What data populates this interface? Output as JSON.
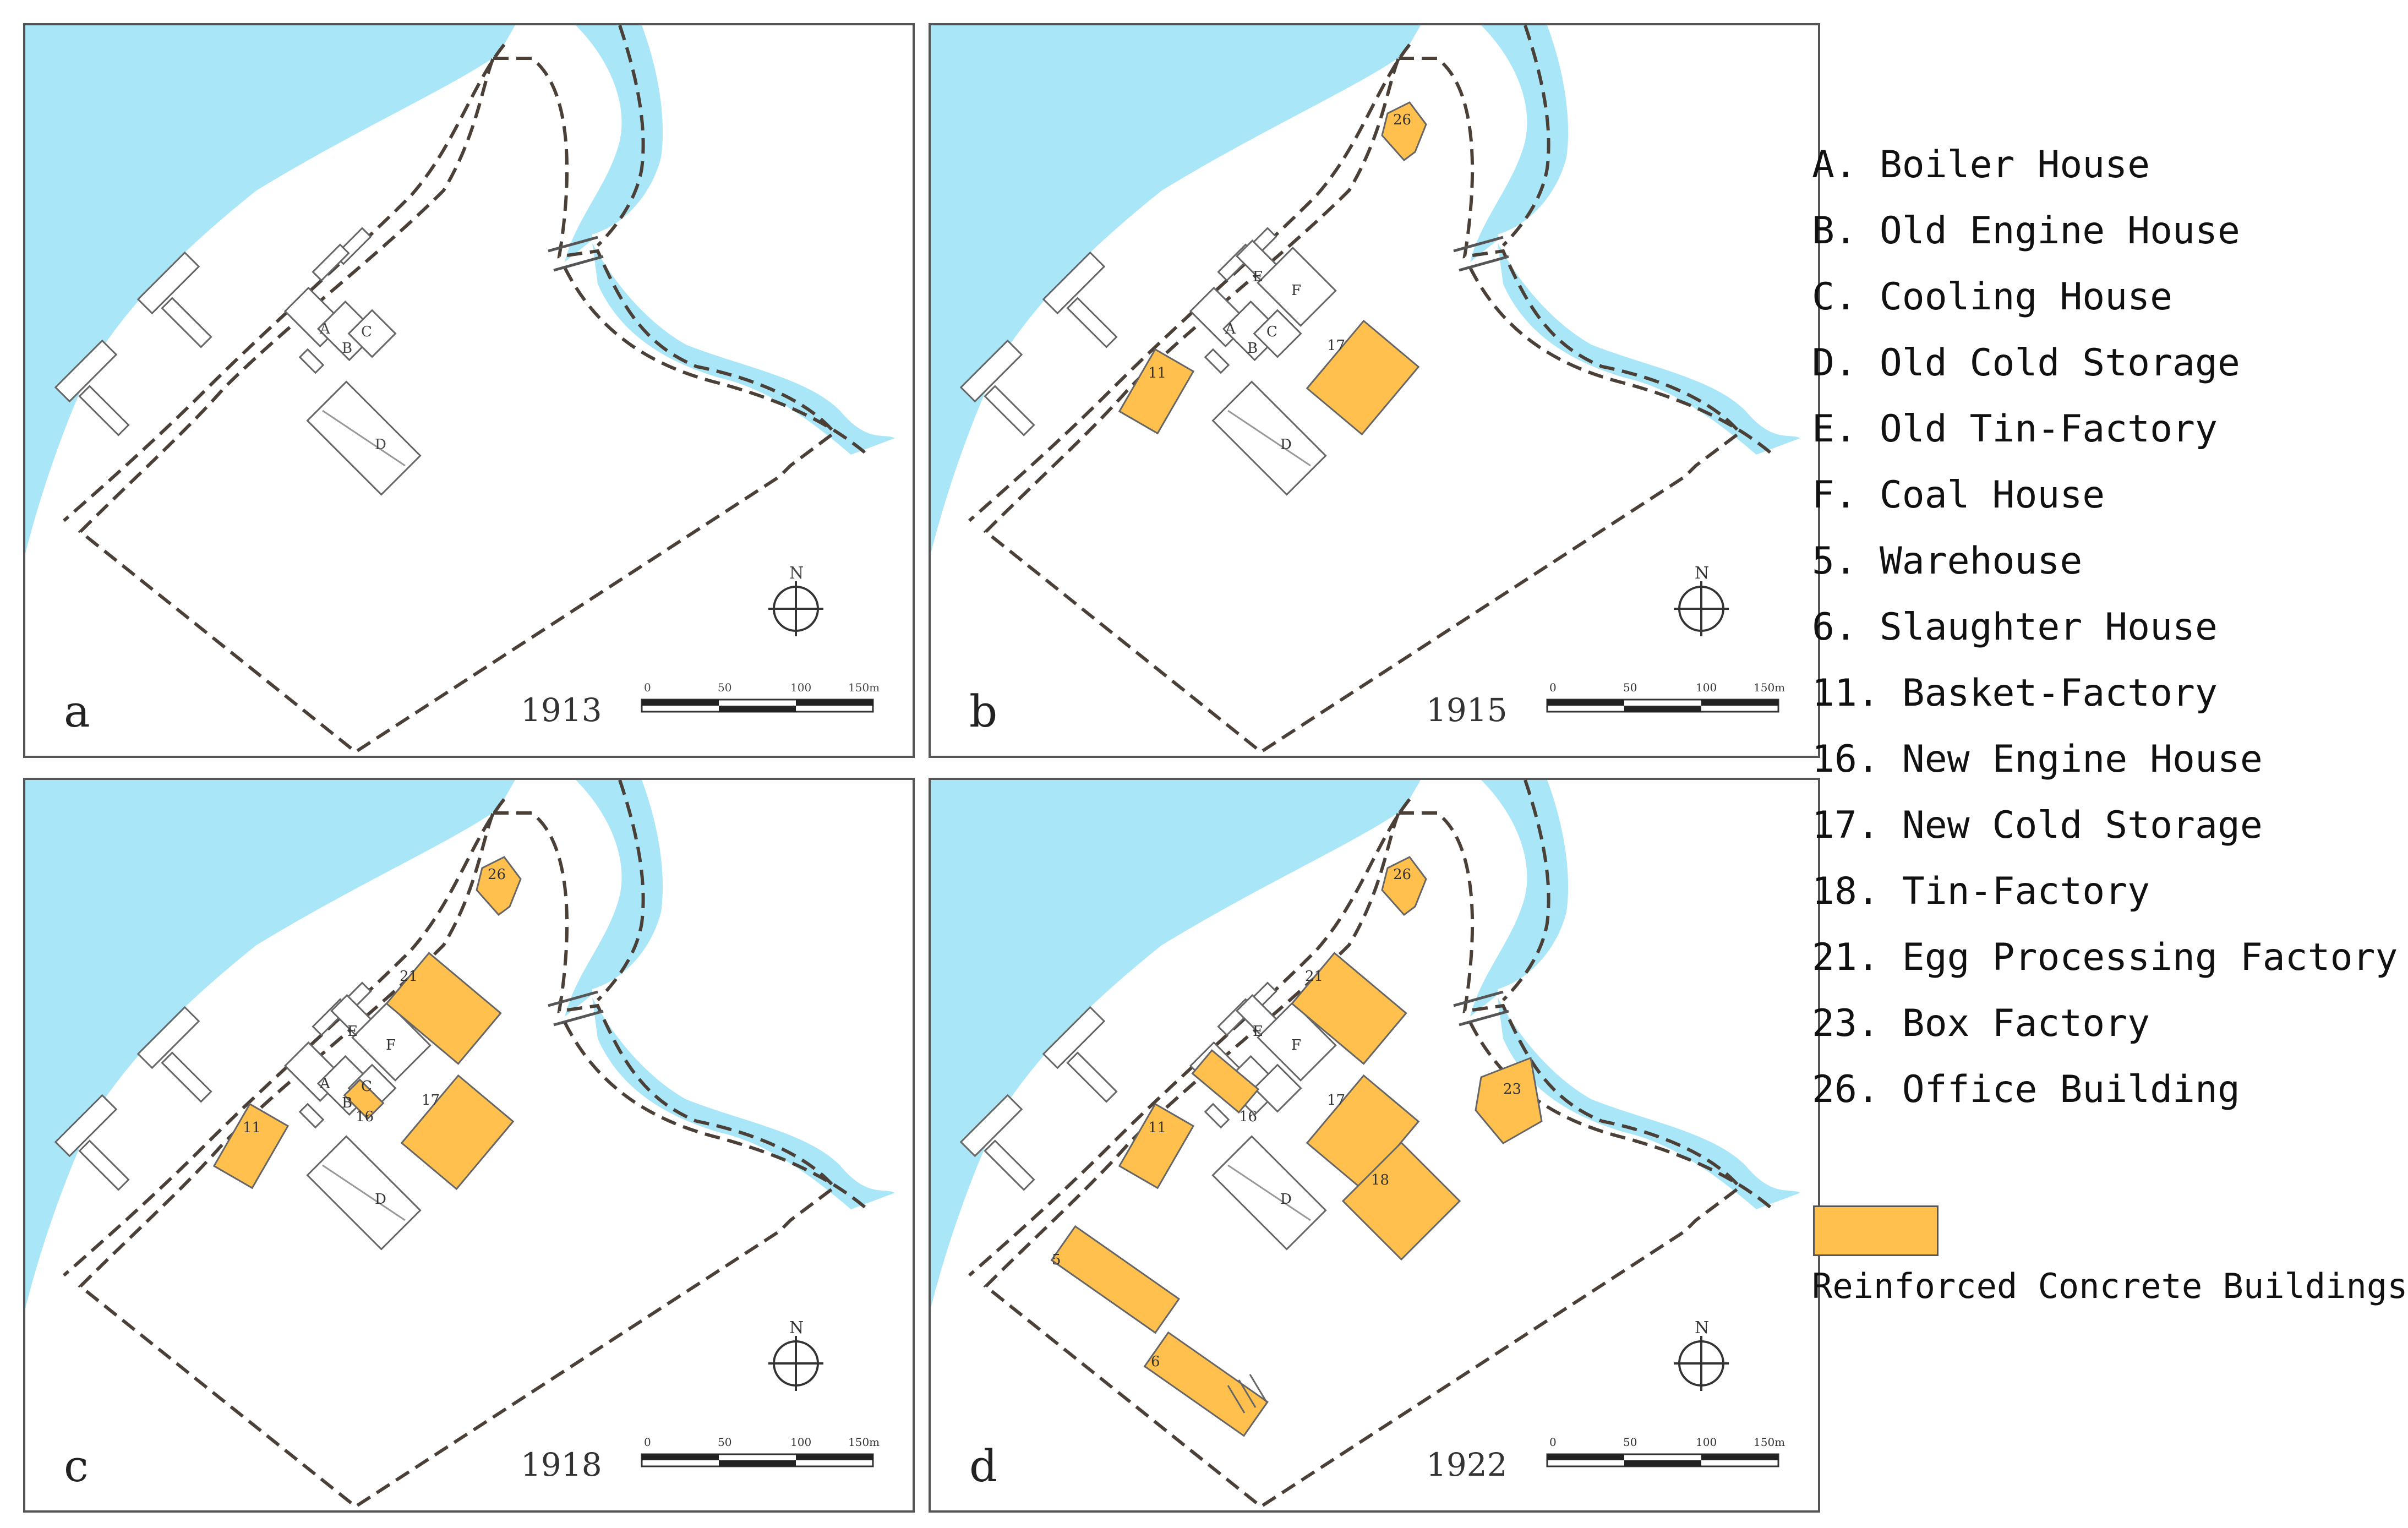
{
  "colors": {
    "water": "#A8E6F8",
    "concrete": "#FFC04D",
    "outline": "#666666",
    "boundary": "#4a4038"
  },
  "panels": [
    {
      "letter": "a",
      "year": "1913"
    },
    {
      "letter": "b",
      "year": "1915"
    },
    {
      "letter": "c",
      "year": "1918"
    },
    {
      "letter": "d",
      "year": "1922"
    }
  ],
  "scale_bar": {
    "ticks": [
      "0",
      "50",
      "100",
      "150m"
    ]
  },
  "north_label": "N",
  "building_labels": {
    "A": "A",
    "B": "B",
    "C": "C",
    "D": "D",
    "E": "E",
    "F": "F",
    "n5": "5",
    "n6": "6",
    "n11": "11",
    "n16": "16",
    "n17": "17",
    "n18": "18",
    "n21": "21",
    "n23": "23",
    "n26": "26"
  },
  "legend": {
    "items": [
      "A. Boiler House",
      "B. Old Engine House",
      "C. Cooling House",
      "D. Old Cold Storage",
      "E. Old Tin-Factory",
      "F. Coal House",
      "5. Warehouse",
      "6. Slaughter House",
      "11. Basket-Factory",
      "16. New Engine House",
      "17. New Cold Storage",
      "18. Tin-Factory",
      "21. Egg Processing Factory",
      "23. Box Factory",
      "26. Office Building"
    ],
    "swatch_label": "Reinforced Concrete Buildings"
  }
}
